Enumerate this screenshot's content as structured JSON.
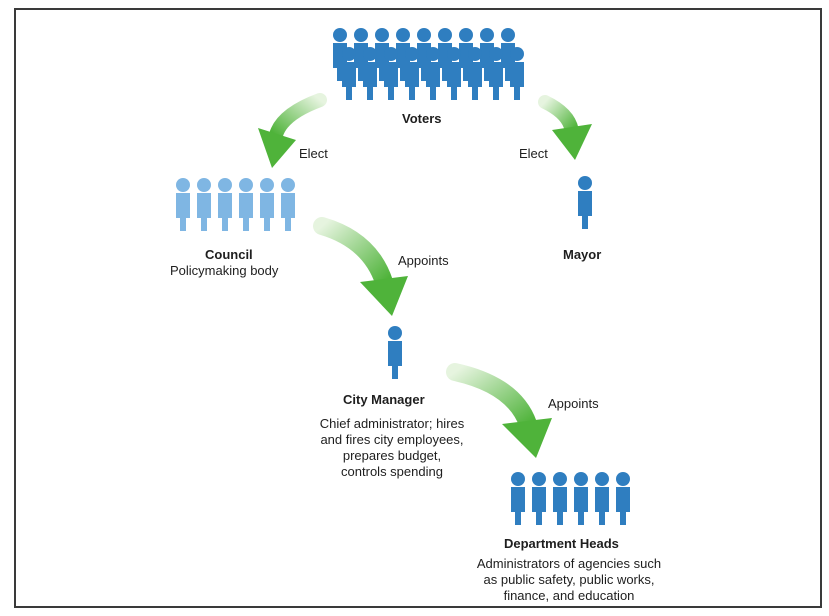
{
  "colors": {
    "person_dark": "#2f7ec0",
    "person_light": "#7fb6e3",
    "arrow_green": "#5cbd45",
    "arrow_light": "#e3f3dc"
  },
  "nodes": {
    "voters": {
      "name": "Voters"
    },
    "council": {
      "name": "Council",
      "description": "Policymaking body"
    },
    "mayor": {
      "name": "Mayor"
    },
    "city_manager": {
      "name": "City Manager",
      "description": [
        "Chief administrator; hires",
        "and fires city employees,",
        "prepares budget,",
        "controls spending"
      ]
    },
    "department_heads": {
      "name": "Department Heads",
      "description": [
        "Administrators of agencies such",
        "as public safety, public works,",
        "finance, and education"
      ]
    }
  },
  "edges": {
    "voters_council": "Elect",
    "voters_mayor": "Elect",
    "council_manager": "Appoints",
    "manager_heads": "Appoints"
  }
}
